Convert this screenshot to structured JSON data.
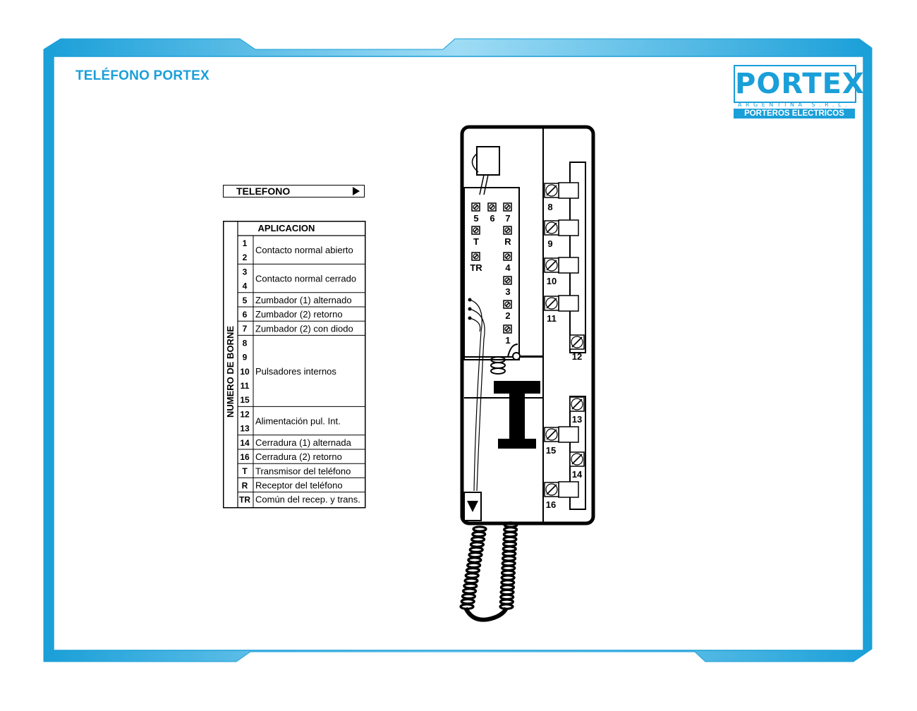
{
  "title": "TELÉFONO PORTEX",
  "logo": {
    "word": "PORTEX",
    "sub": "ARGENTINA S.R.L.",
    "tagline": "PORTEROS ELECTRICOS"
  },
  "telefono_header": "TELEFONO",
  "table": {
    "header": "APLICACION",
    "side_label": "NUMERO DE BORNE",
    "rows": [
      {
        "nums": [
          "1",
          "2"
        ],
        "desc": "Contacto normal abierto"
      },
      {
        "nums": [
          "3",
          "4"
        ],
        "desc": "Contacto normal cerrado"
      },
      {
        "nums": [
          "5"
        ],
        "desc": "Zumbador (1) alternado"
      },
      {
        "nums": [
          "6"
        ],
        "desc": "Zumbador (2) retorno"
      },
      {
        "nums": [
          "7"
        ],
        "desc": "Zumbador (2) con diodo"
      },
      {
        "nums": [
          "8",
          "9",
          "10",
          "11",
          "15"
        ],
        "desc": "Pulsadores internos"
      },
      {
        "nums": [
          "12",
          "13"
        ],
        "desc": "Alimentación pul. Int."
      },
      {
        "nums": [
          "14"
        ],
        "desc": "Cerradura (1) alternada"
      },
      {
        "nums": [
          "16"
        ],
        "desc": "Cerradura (2) retorno"
      },
      {
        "nums": [
          "T"
        ],
        "desc": "Transmisor del teléfono"
      },
      {
        "nums": [
          "R"
        ],
        "desc": "Receptor del teléfono"
      },
      {
        "nums": [
          "TR"
        ],
        "desc": "Común del recep. y trans."
      }
    ]
  },
  "phone": {
    "top_terminals": [
      "5",
      "6",
      "7"
    ],
    "left_terminals": [
      "T",
      "TR"
    ],
    "right_terminals": [
      "R",
      "4",
      "3",
      "2",
      "1"
    ],
    "button_terminals": [
      "8",
      "9",
      "10",
      "11",
      "12",
      "13",
      "15",
      "14",
      "16"
    ]
  },
  "colors": {
    "accent": "#1a9fd8",
    "line": "#000000"
  }
}
